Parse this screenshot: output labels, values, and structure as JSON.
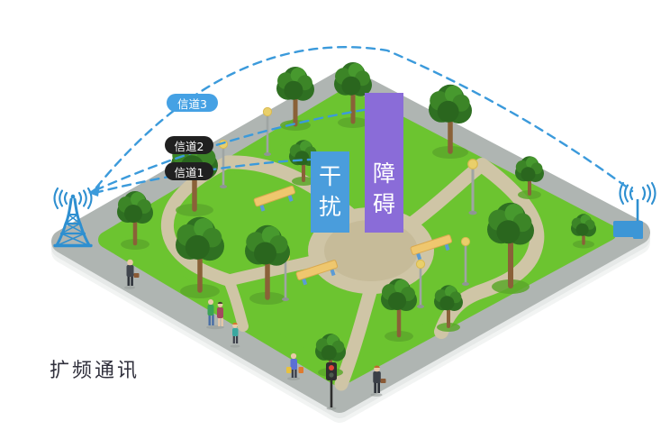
{
  "diagram": {
    "title": "扩频通讯",
    "channels": [
      {
        "id": "channel-3",
        "label": "信道3",
        "pill_color": "#45A1E4",
        "text_color": "#FFFFFF"
      },
      {
        "id": "channel-2",
        "label": "信道2",
        "pill_color": "#202020",
        "text_color": "#FFFFFF"
      },
      {
        "id": "channel-1",
        "label": "信道1",
        "pill_color": "#202020",
        "text_color": "#FFFFFF"
      }
    ],
    "blocks": [
      {
        "id": "interference",
        "label": "干扰",
        "color": "#4A9DDC"
      },
      {
        "id": "obstacle",
        "label": "障碍",
        "color": "#8A6CD8"
      }
    ],
    "icons": [
      {
        "name": "radio-tower-icon",
        "color": "#2E8FD0"
      },
      {
        "name": "tower-signal-waves-icon",
        "color": "#2E8FD0"
      },
      {
        "name": "router-icon",
        "color": "#3D96D6"
      },
      {
        "name": "router-signal-waves-icon",
        "color": "#2E8FD0"
      },
      {
        "name": "arrow-icon",
        "color": "#3B9ADB"
      }
    ],
    "link_style": {
      "color": "#3B9ADB",
      "style": "dashed"
    },
    "scene_colors": {
      "grass": "#6CC430",
      "sidewalk": "#AFB5B2",
      "path": "#CFC5A6",
      "plaza": "#C6BB99",
      "tree_foliage": "#2F7022",
      "tree_trunk": "#8A6138",
      "bench": "#EFC76E",
      "lamp_globe": "#E9CF6A"
    }
  }
}
